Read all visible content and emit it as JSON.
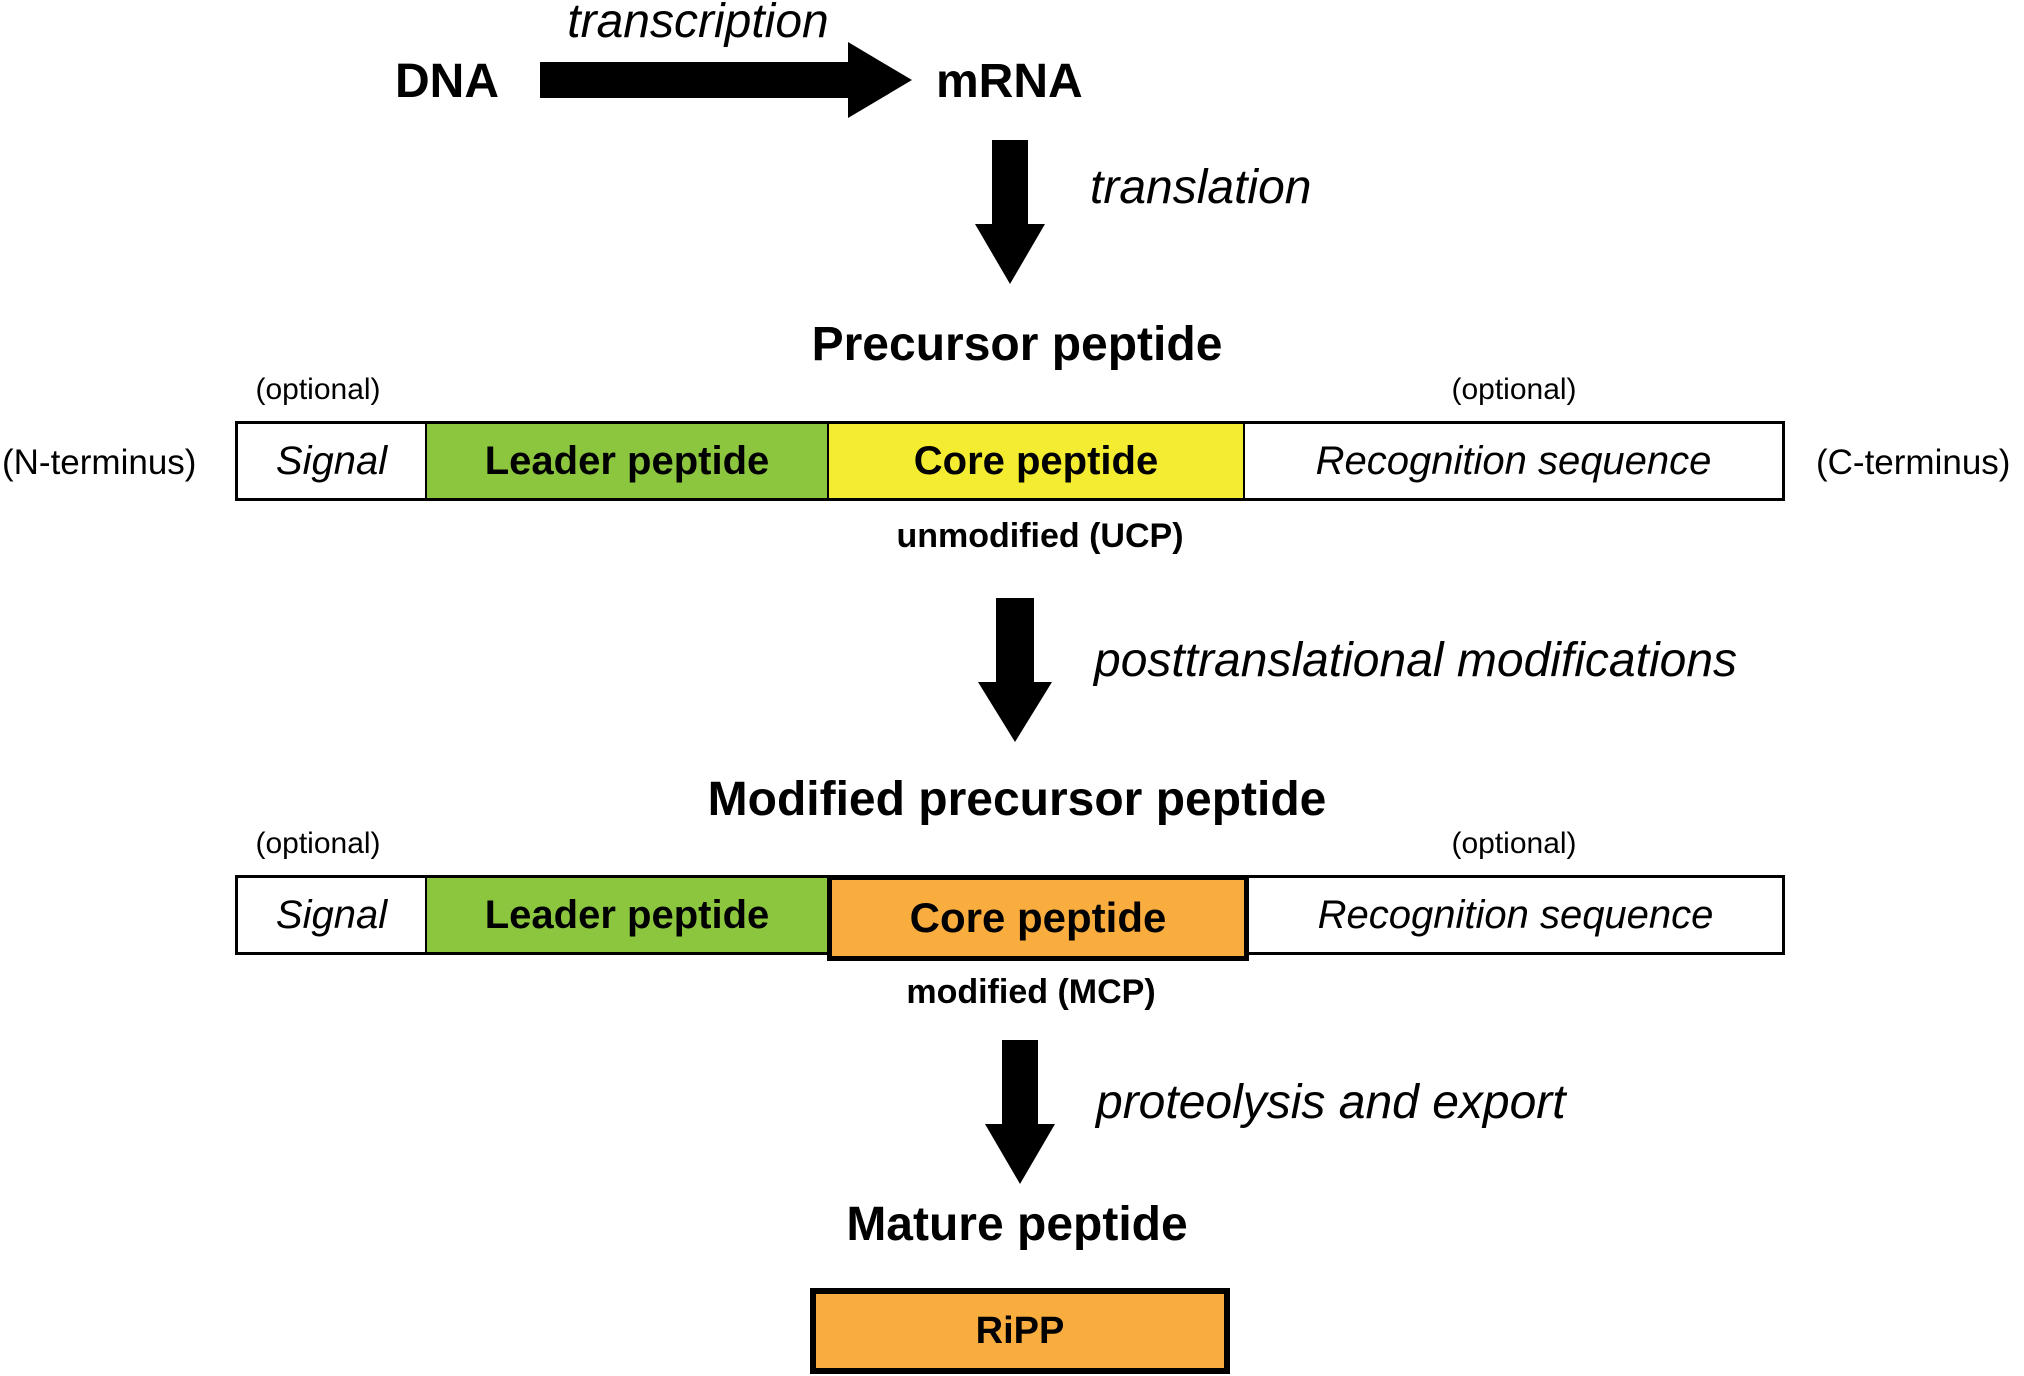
{
  "colors": {
    "leader": "#8cc63f",
    "core_unmodified": "#f3ec30",
    "core_modified": "#f9ad3f",
    "ripp": "#f9ad3f",
    "arrow": "#000000"
  },
  "transcription_step": {
    "source": "DNA",
    "target": "mRNA",
    "label": "transcription"
  },
  "translation_label": "translation",
  "precursor": {
    "title": "Precursor peptide",
    "optional_left": "(optional)",
    "optional_right": "(optional)",
    "n_terminus": "(N-terminus)",
    "c_terminus": "(C-terminus)",
    "segments": {
      "signal": "Signal",
      "leader": "Leader peptide",
      "core": "Core peptide",
      "recognition": "Recognition sequence"
    },
    "core_state": "unmodified (UCP)"
  },
  "ptm_label": "posttranslational modifications",
  "modified_precursor": {
    "title": "Modified precursor peptide",
    "optional_left": "(optional)",
    "optional_right": "(optional)",
    "segments": {
      "signal": "Signal",
      "leader": "Leader peptide",
      "core": "Core peptide",
      "recognition": "Recognition sequence"
    },
    "core_state": "modified (MCP)"
  },
  "export_label": "proteolysis and export",
  "mature": {
    "title": "Mature peptide",
    "product": "RiPP"
  }
}
